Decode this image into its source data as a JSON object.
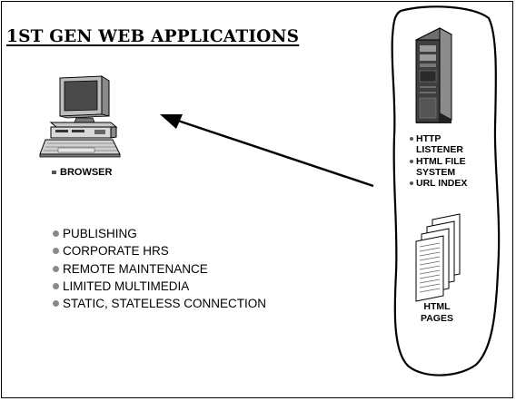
{
  "title": "1ST GEN WEB APPLICATIONS",
  "client": {
    "label": "BROWSER"
  },
  "features": [
    "PUBLISHING",
    "CORPORATE HRS",
    "REMOTE MAINTENANCE",
    "LIMITED MULTIMEDIA",
    "STATIC, STATELESS CONNECTION"
  ],
  "server": {
    "components": [
      "HTTP LISTENER",
      "HTML FILE SYSTEM",
      "URL INDEX"
    ],
    "pages_label_line1": "HTML",
    "pages_label_line2": "PAGES"
  },
  "colors": {
    "bullet_gray": "#8a8a8a",
    "outline": "#000000"
  }
}
